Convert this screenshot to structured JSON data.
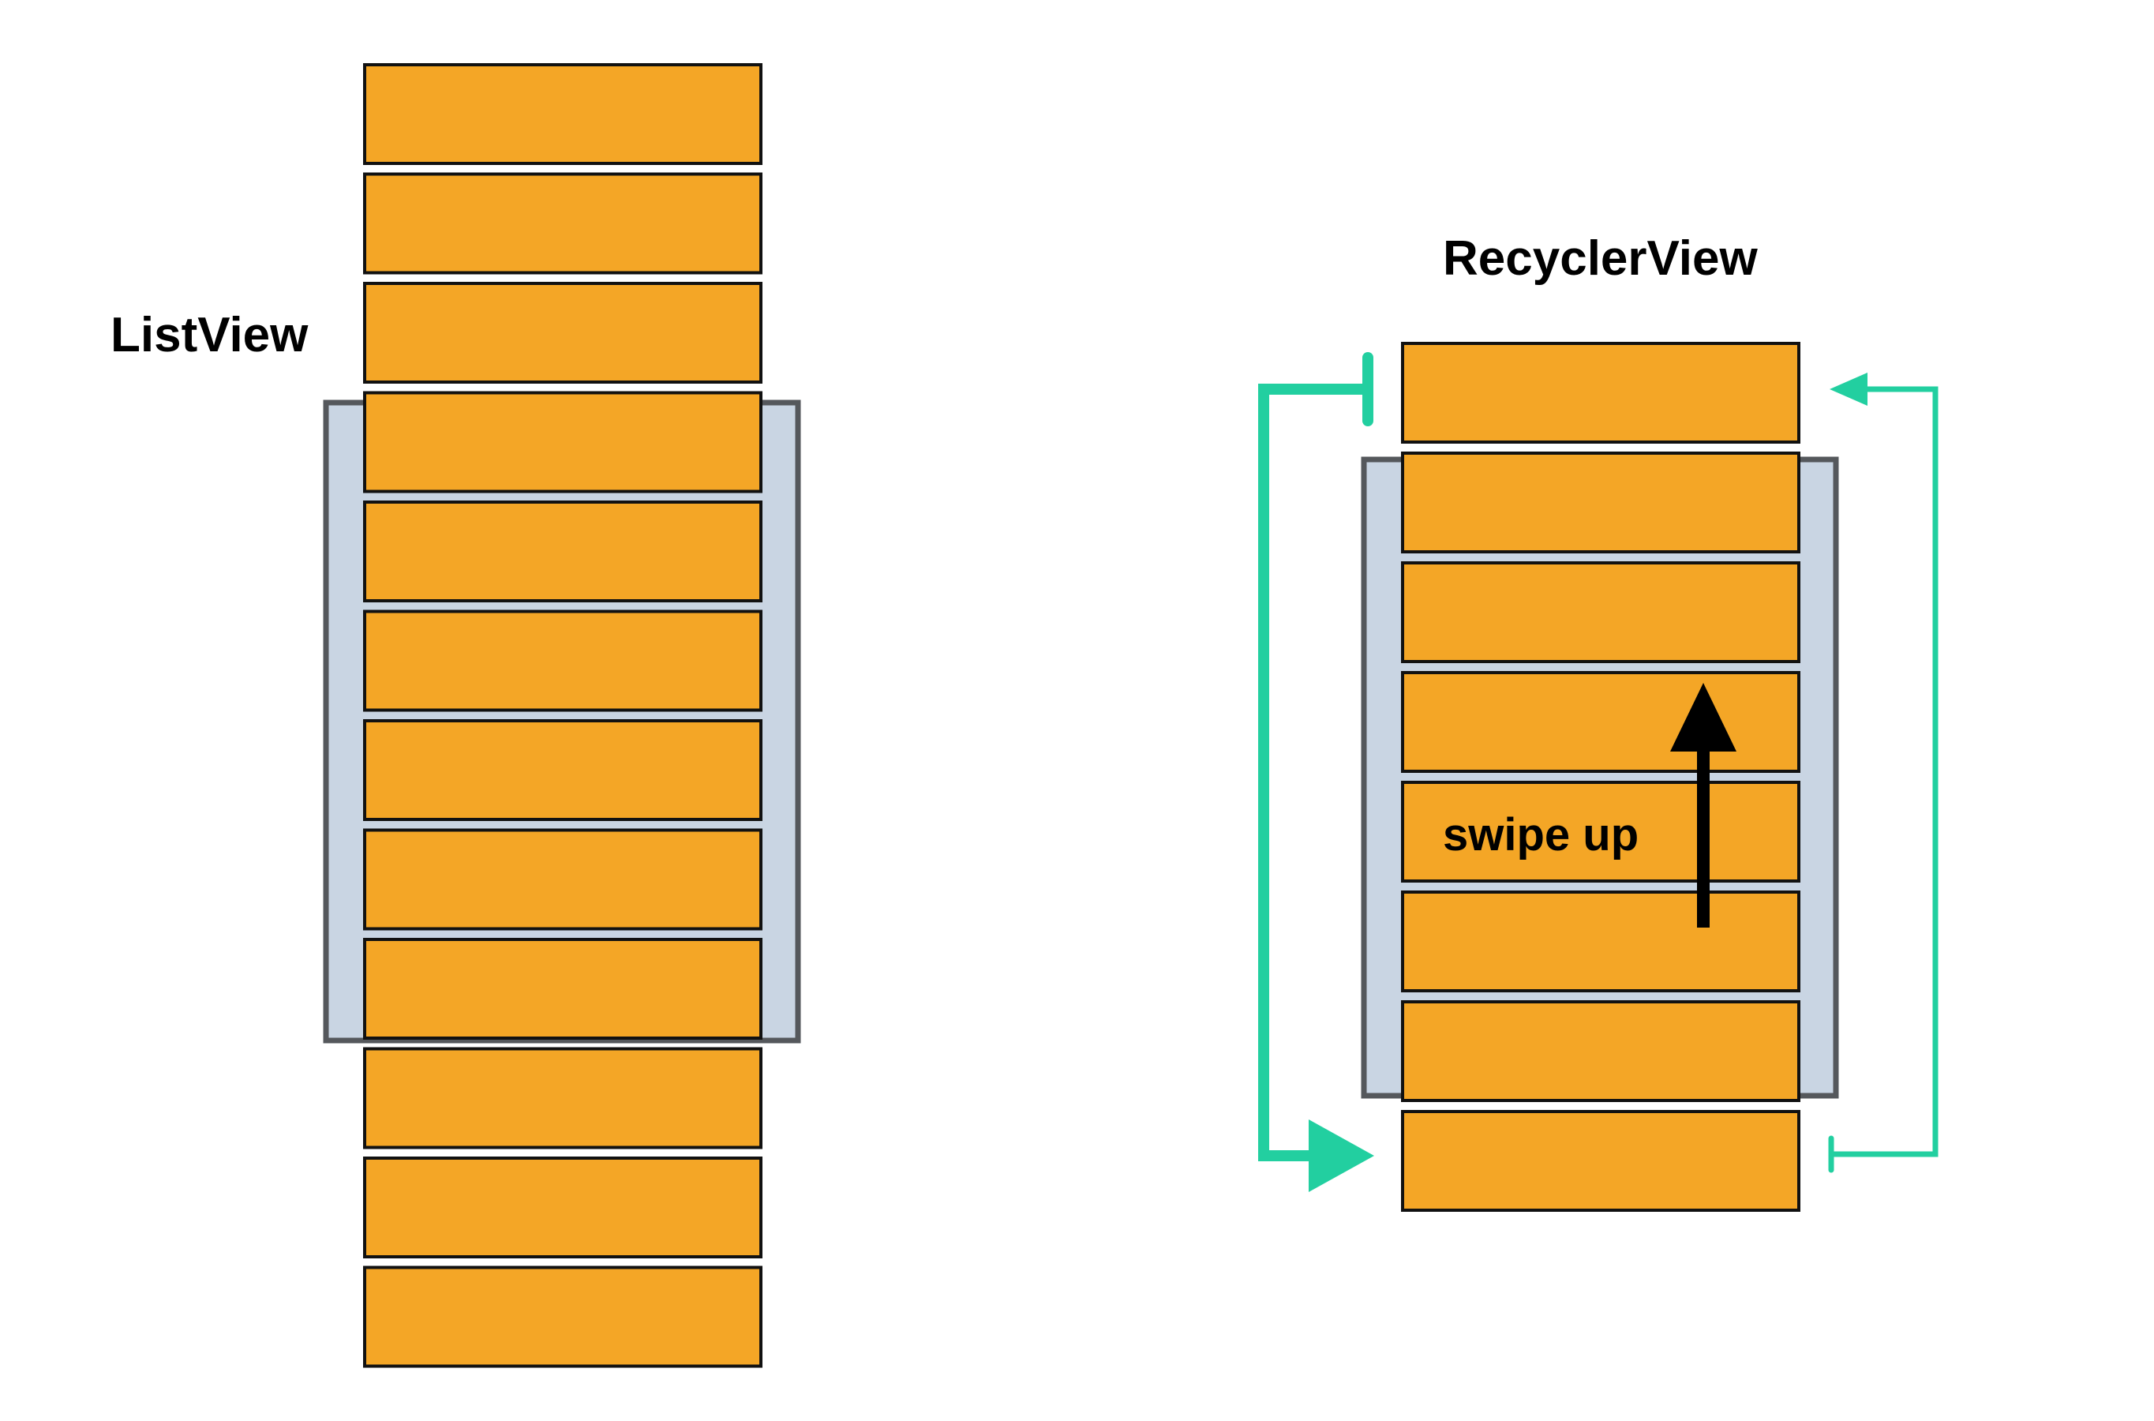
{
  "listview": {
    "title": "ListView",
    "item_count": 12,
    "visible_item_count": 6
  },
  "recyclerview": {
    "title": "RecyclerView",
    "item_count": 8,
    "visible_item_count": 6,
    "gesture_label": "swipe up"
  },
  "colors": {
    "item_fill": "#F4A626",
    "item_border": "#111111",
    "viewport_fill": "#C9D5E3",
    "viewport_border": "#55585C",
    "recycle_arrow": "#22CFA0",
    "gesture_arrow": "#000000"
  }
}
